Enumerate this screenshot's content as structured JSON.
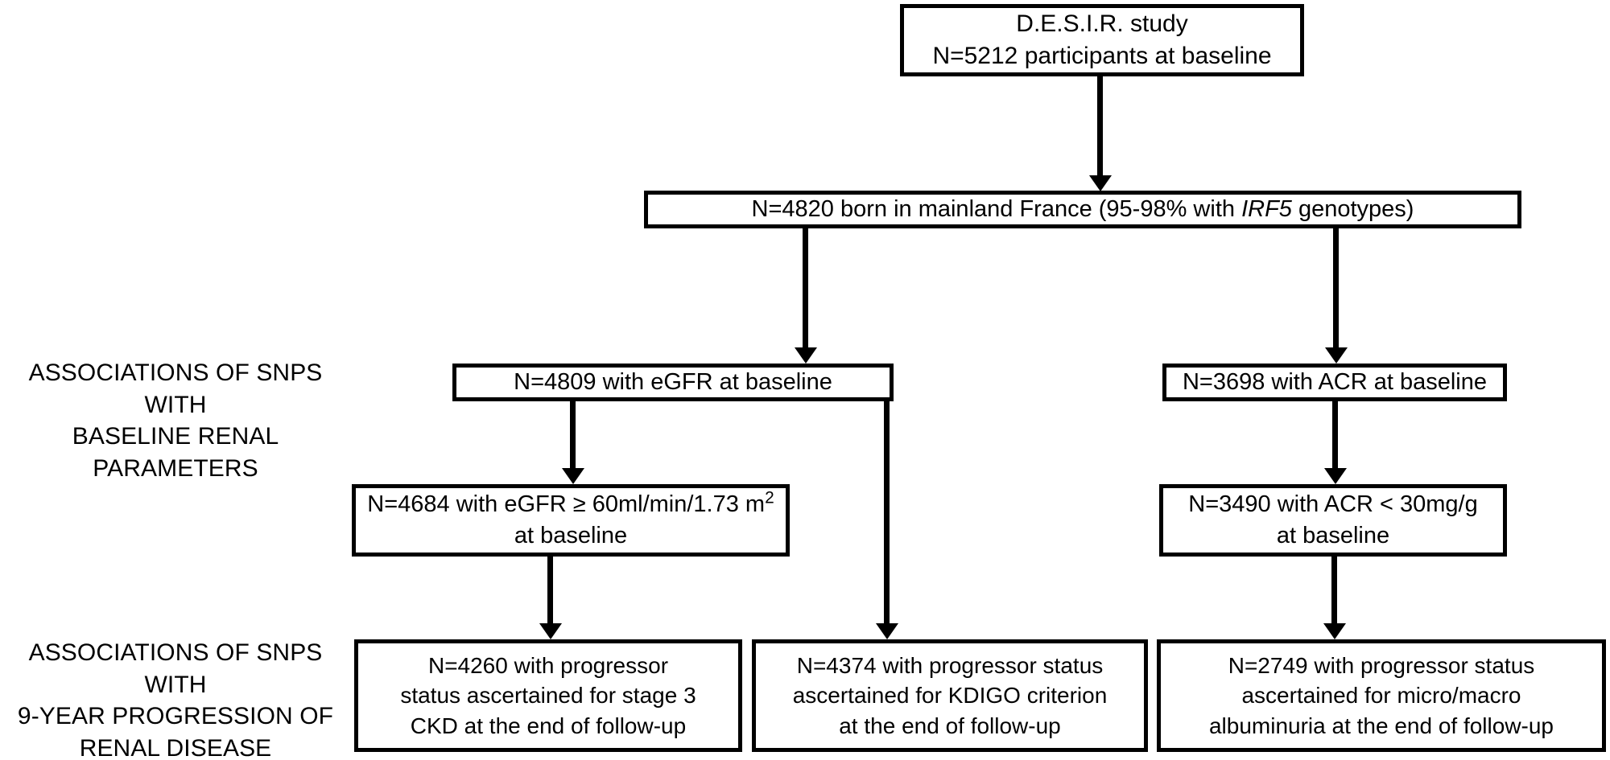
{
  "diagram": {
    "title": "D.E.S.I.R. study participant flow diagram",
    "stroke_color": "#000000",
    "background_color": "#ffffff",
    "side_labels": [
      {
        "id": "baseline-renal-parameters",
        "lines": [
          "ASSOCIATIONS OF SNPS WITH",
          "BASELINE RENAL PARAMETERS"
        ],
        "text": "ASSOCIATIONS OF SNPS WITH BASELINE RENAL PARAMETERS"
      },
      {
        "id": "nine-year-progression",
        "lines": [
          "ASSOCIATIONS OF SNPS WITH",
          "9-YEAR PROGRESSION OF",
          "RENAL DISEASE"
        ],
        "text": "ASSOCIATIONS OF SNPS WITH 9-YEAR PROGRESSION OF RENAL DISEASE"
      }
    ],
    "nodes": [
      {
        "id": "desir-study",
        "line1": "D.E.S.I.R. study",
        "line2": "N=5212 participants at baseline",
        "n": 5212
      },
      {
        "id": "mainland-france",
        "pre": "N=4820 born in mainland France (95-98% with ",
        "gene": "IRF5",
        "post": " genotypes)",
        "text": "N=4820 born in mainland France (95-98% with IRF5 genotypes)",
        "n": 4820
      },
      {
        "id": "egfr-baseline",
        "text": "N=4809 with eGFR at baseline",
        "n": 4809
      },
      {
        "id": "acr-baseline",
        "text": "N=3698 with ACR at baseline",
        "n": 3698
      },
      {
        "id": "egfr-ge-60",
        "pre": "N=4684 with eGFR ≥ 60ml/min/1.73 m",
        "sup": "2",
        "post": " at baseline",
        "text": "N=4684 with eGFR ≥ 60ml/min/1.73 m² at baseline",
        "n": 4684
      },
      {
        "id": "acr-lt-30",
        "line1": "N=3490 with ACR < 30mg/g",
        "line2": "at baseline",
        "text": "N=3490 with ACR < 30mg/g at baseline",
        "n": 3490
      },
      {
        "id": "progressor-stage3-ckd",
        "line1": "N=4260 with progressor",
        "line2": "status ascertained for stage 3",
        "line3": "CKD at the end of follow-up",
        "text": "N=4260 with progressor status ascertained for stage 3 CKD at the end of follow-up",
        "n": 4260
      },
      {
        "id": "progressor-kdigo",
        "line1": "N=4374 with progressor status",
        "line2": "ascertained for KDIGO criterion",
        "line3": "at the end of follow-up",
        "text": "N=4374 with progressor status ascertained for KDIGO criterion at the end of follow-up",
        "n": 4374
      },
      {
        "id": "progressor-albuminuria",
        "line1": "N=2749 with progressor status",
        "line2": "ascertained for micro/macro",
        "line3": "albuminuria at the end of follow-up",
        "text": "N=2749 with progressor status ascertained for micro/macro albuminuria at the end of follow-up",
        "n": 2749
      }
    ],
    "edges": [
      {
        "id": "edge-desir-to-france",
        "from": "desir-study",
        "to": "mainland-france"
      },
      {
        "id": "edge-france-to-egfr",
        "from": "mainland-france",
        "to": "egfr-baseline"
      },
      {
        "id": "edge-france-to-acr",
        "from": "mainland-france",
        "to": "acr-baseline"
      },
      {
        "id": "edge-egfr-to-egfr60",
        "from": "egfr-baseline",
        "to": "egfr-ge-60"
      },
      {
        "id": "edge-egfr-to-kdigo",
        "from": "egfr-baseline",
        "to": "progressor-kdigo"
      },
      {
        "id": "edge-acr-to-acr30",
        "from": "acr-baseline",
        "to": "acr-lt-30"
      },
      {
        "id": "edge-egfr60-to-ckd",
        "from": "egfr-ge-60",
        "to": "progressor-stage3-ckd"
      },
      {
        "id": "edge-acr30-to-albuminuria",
        "from": "acr-lt-30",
        "to": "progressor-albuminuria"
      }
    ]
  }
}
